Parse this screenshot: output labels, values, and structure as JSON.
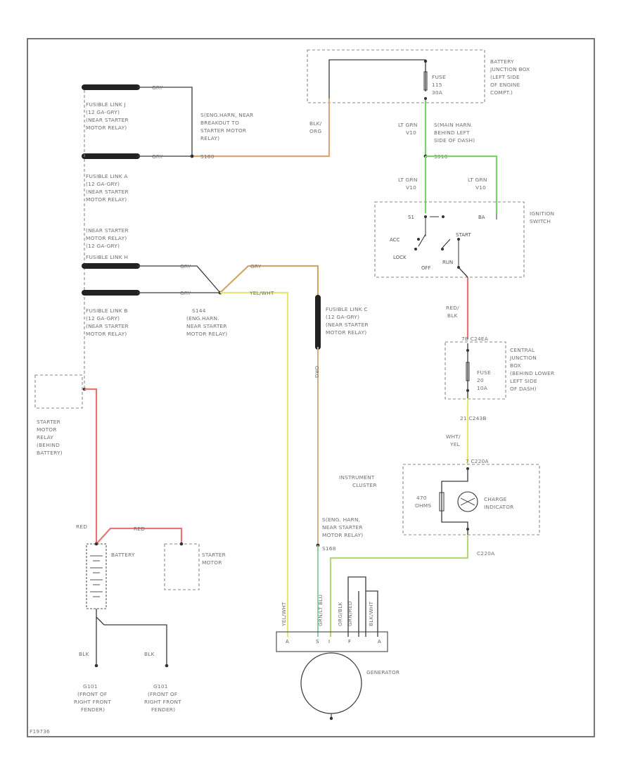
{
  "colors": {
    "red": "#ec7474",
    "green": "#6fcf5e",
    "yellow": "#e8e86a",
    "orange": "#d6a468",
    "gray_wire": "#aaaaaa",
    "black": "#333333"
  },
  "labels": {
    "bat_jb": [
      "BATTERY",
      "JUNCTION BOX",
      "(LEFT SIDE",
      "OF ENGINE",
      "COMPT.)"
    ],
    "fuse_115": [
      "FUSE",
      "115",
      "30A"
    ],
    "blk_org": [
      "BLK/",
      "ORG"
    ],
    "ltgrn_1": [
      "LT GRN",
      "V10"
    ],
    "s_top": [
      "S(ENG.HARN, NEAR",
      "BREAKOUT TO",
      "STARTER MOTOR",
      "RELAY)",
      "S160"
    ],
    "gry_top_link_j": "GRY",
    "gry_top_link_a": "GRY",
    "link_j": [
      "FUSIBLE LINK J",
      "(12 GA-GRY)",
      "(NEAR STARTER",
      "MOTOR RELAY)"
    ],
    "link_a": [
      "FUSIBLE LINK A",
      "(12 GA-GRY)",
      "(NEAR STARTER",
      "MOTOR RELAY)"
    ],
    "mid_link": [
      "(NEAR STARTER",
      "MOTOR RELAY)",
      "(12 GA-GRY)",
      "FUSIBLE LINK H"
    ],
    "link_b": [
      "FUSIBLE LINK B",
      "(12 GA-GRY)",
      "(NEAR STARTER",
      "MOTOR RELAY)"
    ],
    "gry_h": "GRY",
    "gry_b": "GRY",
    "s144": [
      "S144",
      "(ENG.HARN.",
      "NEAR STARTER",
      "MOTOR RELAY)"
    ],
    "gry_orng": "GRY",
    "yel_wht": "YEL/WHT",
    "link_c": [
      "FUSIBLE LINK C",
      "(12 GA-GRY)",
      "(NEAR STARTER",
      "MOTOR RELAY)"
    ],
    "orn_vert": "ORG",
    "main_harn": [
      "S(MAIN HARN.",
      "BEHIND LEFT",
      "SIDE OF DASH)",
      "S316"
    ],
    "ltgrn_2": [
      "LT GRN",
      "V10"
    ],
    "ltgrn_3": [
      "LT GRN",
      "V10"
    ],
    "ign_sw": [
      "IGNITION",
      "SWITCH"
    ],
    "ign_pos": {
      "s": "S1",
      "ba": "BA",
      "acc": "ACC",
      "start": "START",
      "lock": "LOCK",
      "off": "OFF",
      "run": "RUN"
    },
    "red_blk": [
      "RED/",
      "BLK"
    ],
    "c_top": "7B C24EA",
    "cjb": [
      "CENTRAL",
      "JUNCTION",
      "BOX",
      "(BEHIND LOWER",
      "LEFT SIDE",
      "OF DASH)"
    ],
    "fuse_20": [
      "FUSE",
      "20",
      "10A"
    ],
    "c_bot": "21  C243B",
    "wht_yel": [
      "WHT/",
      "YEL"
    ],
    "inst_cl": [
      "INSTRUMENT",
      "CLUSTER"
    ],
    "c220": "7  C220A",
    "ohm": [
      "470",
      "OHMS"
    ],
    "charge": [
      "CHARGE",
      "INDICATOR"
    ],
    "c220b": "C220A",
    "relay_box": [
      "STARTER",
      "MOTOR",
      "RELAY",
      "(BEHIND",
      "BATTERY)"
    ],
    "red_v": "RED",
    "red_h": "RED",
    "battery": "BATTERY",
    "starter": [
      "STARTER",
      "MOTOR"
    ],
    "blk_1": "BLK",
    "blk_2": "BLK",
    "g_1": [
      "G101",
      "(FRONT OF",
      "RIGHT FRONT",
      "FENDER)"
    ],
    "g_2": [
      "G101",
      "(FRONT OF",
      "RIGHT FRONT",
      "FENDER)"
    ],
    "s_eng": [
      "S(ENG. HARN,",
      "NEAR STARTER",
      "MOTOR RELAY)",
      "S168"
    ],
    "gen_wires": [
      "YEL/WHT",
      "GRN/LT BLU",
      "ORG/BLK",
      "GRN/RED",
      "BLK/WHT"
    ],
    "gen_pins": [
      "A",
      "S",
      "I",
      "F",
      "A"
    ],
    "generator": "GENERATOR",
    "fig": "F19736"
  }
}
